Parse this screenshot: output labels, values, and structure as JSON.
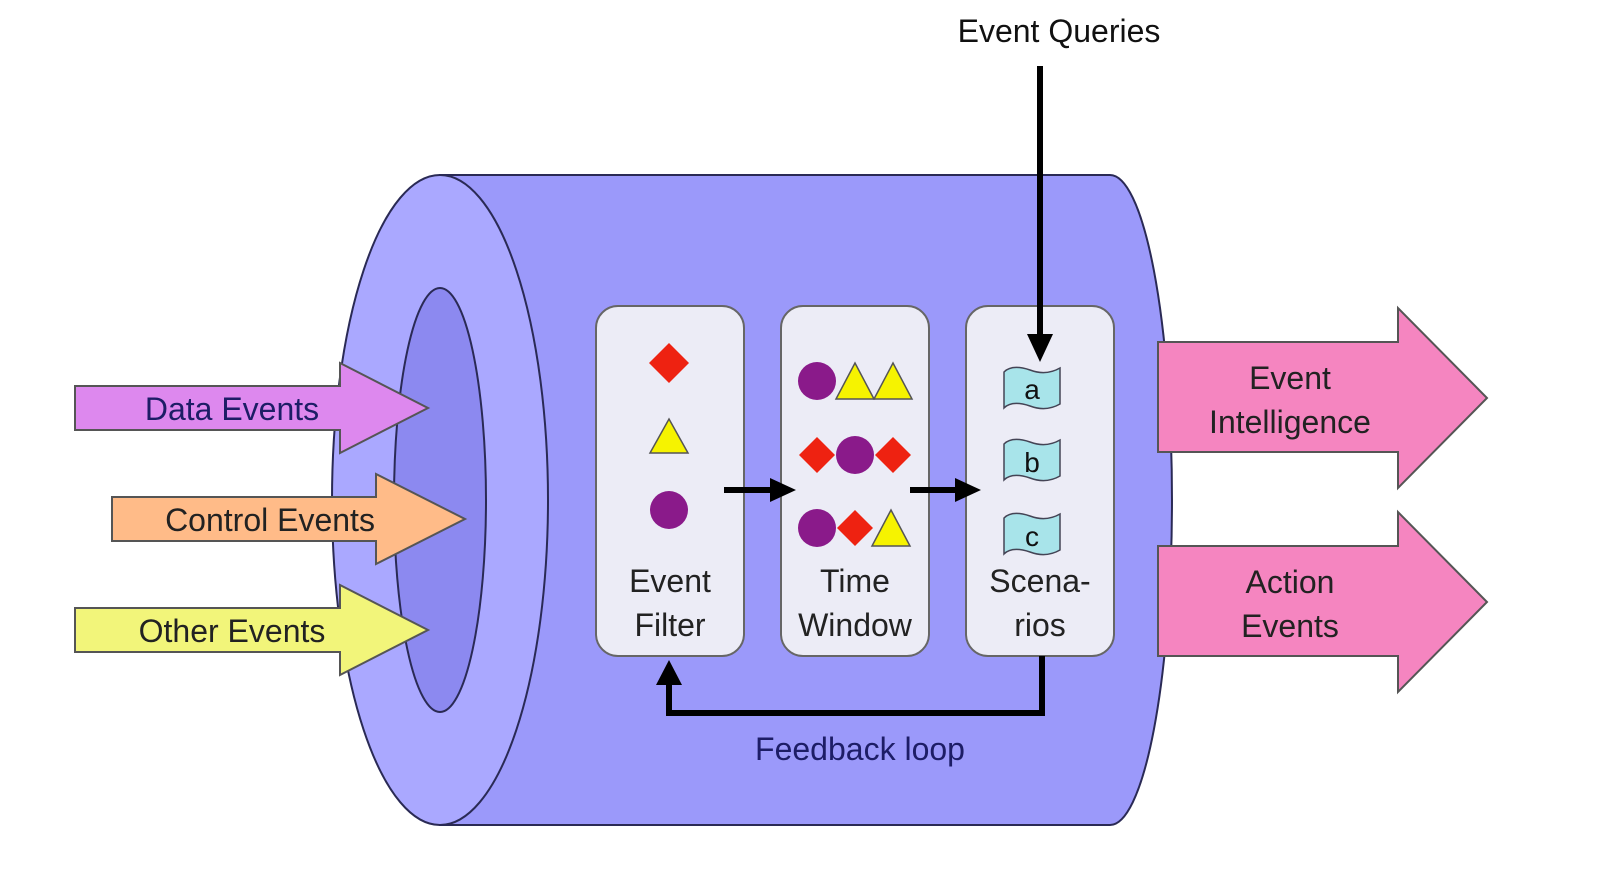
{
  "top_label": "Event Queries",
  "inputs": [
    {
      "label": "Data Events",
      "fill": "#dd88ee"
    },
    {
      "label": "Control Events",
      "fill": "#ffbb88"
    },
    {
      "label": "Other Events",
      "fill": "#f2f57a"
    }
  ],
  "stages": [
    {
      "line1": "Event",
      "line2": "Filter"
    },
    {
      "line1": "Time",
      "line2": "Window"
    },
    {
      "line1": "Scena-",
      "line2": "rios"
    }
  ],
  "scenarios": [
    "a",
    "b",
    "c"
  ],
  "outputs": [
    {
      "line1": "Event",
      "line2": "Intelligence"
    },
    {
      "line1": "Action",
      "line2": "Events"
    }
  ],
  "feedback_label": "Feedback loop",
  "colors": {
    "cylinder_body": "#9b99fa",
    "cylinder_front": "#aaa8ff",
    "cylinder_hole": "#8c89f0",
    "stage_box": "#ececf6",
    "output_arrow": "#f585c0",
    "red": "#ee2211",
    "yellow": "#f6f300",
    "purple": "#8a1a8a",
    "scroll": "#a8e4ea",
    "label_navy": "#1d1d66"
  }
}
